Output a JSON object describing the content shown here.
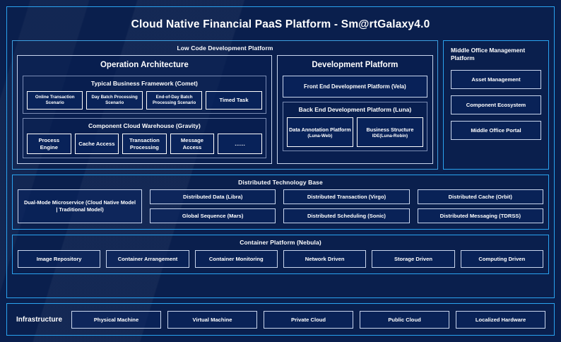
{
  "app": {
    "title": "Cloud Native Financial PaaS Platform - Sm@rtGalaxy4.0"
  },
  "low_code": {
    "title": "Low Code Development Platform",
    "operation_architecture": {
      "title": "Operation Architecture",
      "groups": [
        {
          "title": "Typical Business Framework (Comet)",
          "items": [
            "Online Transaction Scenario",
            "Day Batch Processing Scenario",
            "End-of-Day Batch Processing Scenario",
            "Timed Task"
          ]
        },
        {
          "title": "Component Cloud Warehouse (Gravity)",
          "items": [
            "Process Engine",
            "Cache Access",
            "Transaction Processing",
            "Message Access",
            "……"
          ]
        }
      ]
    },
    "development_platform": {
      "title": "Development Platform",
      "front_end": "Front End Development Platform (Vela)",
      "back_end": {
        "title": "Back End Development Platform (Luna)",
        "items": [
          {
            "name": "Data Annotation Platform",
            "code": "(Luna-Web)"
          },
          {
            "name": "Business Structure",
            "code": "IDE(Luna-Robin)"
          }
        ]
      }
    }
  },
  "middle_office": {
    "title": "Middle Office Management Platform",
    "items": [
      "Asset Management",
      "Component Ecosystem",
      "Middle Office Portal"
    ]
  },
  "distributed_technology_base": {
    "title": "Distributed Technology Base",
    "lead": "Dual-Mode Microservice (Cloud Native Model | Traditional Model)",
    "items": [
      "Distributed Data (Libra)",
      "Distributed Transaction (Virgo)",
      "Distributed Cache (Orbit)",
      "Global Sequence (Mars)",
      "Distributed Scheduling (Sonic)",
      "Distributed Messaging (TDRSS)"
    ]
  },
  "container_platform": {
    "title": "Container Platform (Nebula)",
    "items": [
      "Image Repository",
      "Container Arrangement",
      "Container Monitoring",
      "Network Driven",
      "Storage Driven",
      "Computing Driven"
    ]
  },
  "infrastructure": {
    "label": "Infrastructure",
    "items": [
      "Physical Machine",
      "Virtual Machine",
      "Private Cloud",
      "Public Cloud",
      "Localized Hardware"
    ]
  },
  "colors": {
    "page_background": "#0a1f4d",
    "accent_border": "#2aa3f0",
    "panel_border": "#c9d6ee",
    "group_border": "#7a8cb4",
    "text": "#ffffff"
  }
}
